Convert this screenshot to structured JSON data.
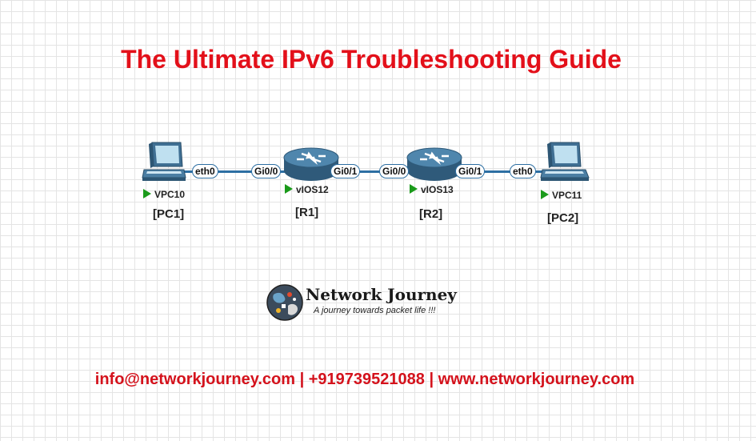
{
  "title": "The Ultimate IPv6 Troubleshooting Guide",
  "colors": {
    "title": "#e3101a",
    "footer": "#d4121c",
    "link": "#2d6fa3",
    "router_body": "#3e6f92",
    "run_indicator": "#1a9a1a"
  },
  "topology": {
    "nodes": [
      {
        "id": "pc1",
        "icon": "pc-icon",
        "name": "VPC10",
        "role": "[PC1]"
      },
      {
        "id": "r1",
        "icon": "router-icon",
        "name": "vIOS12",
        "role": "[R1]"
      },
      {
        "id": "r2",
        "icon": "router-icon",
        "name": "vIOS13",
        "role": "[R2]"
      },
      {
        "id": "pc2",
        "icon": "pc-icon",
        "name": "VPC11",
        "role": "[PC2]"
      }
    ],
    "links": [
      {
        "from": "pc1",
        "from_port": "eth0",
        "to": "r1",
        "to_port": "Gi0/0"
      },
      {
        "from": "r1",
        "from_port": "Gi0/1",
        "to": "r2",
        "to_port": "Gi0/0"
      },
      {
        "from": "r2",
        "from_port": "Gi0/1",
        "to": "pc2",
        "to_port": "eth0"
      }
    ]
  },
  "logo": {
    "name": "Network Journey",
    "tagline": "A journey towards packet life !!!",
    "icon": "globe-logo-icon"
  },
  "footer": "info@networkjourney.com | +919739521088 | www.networkjourney.com"
}
